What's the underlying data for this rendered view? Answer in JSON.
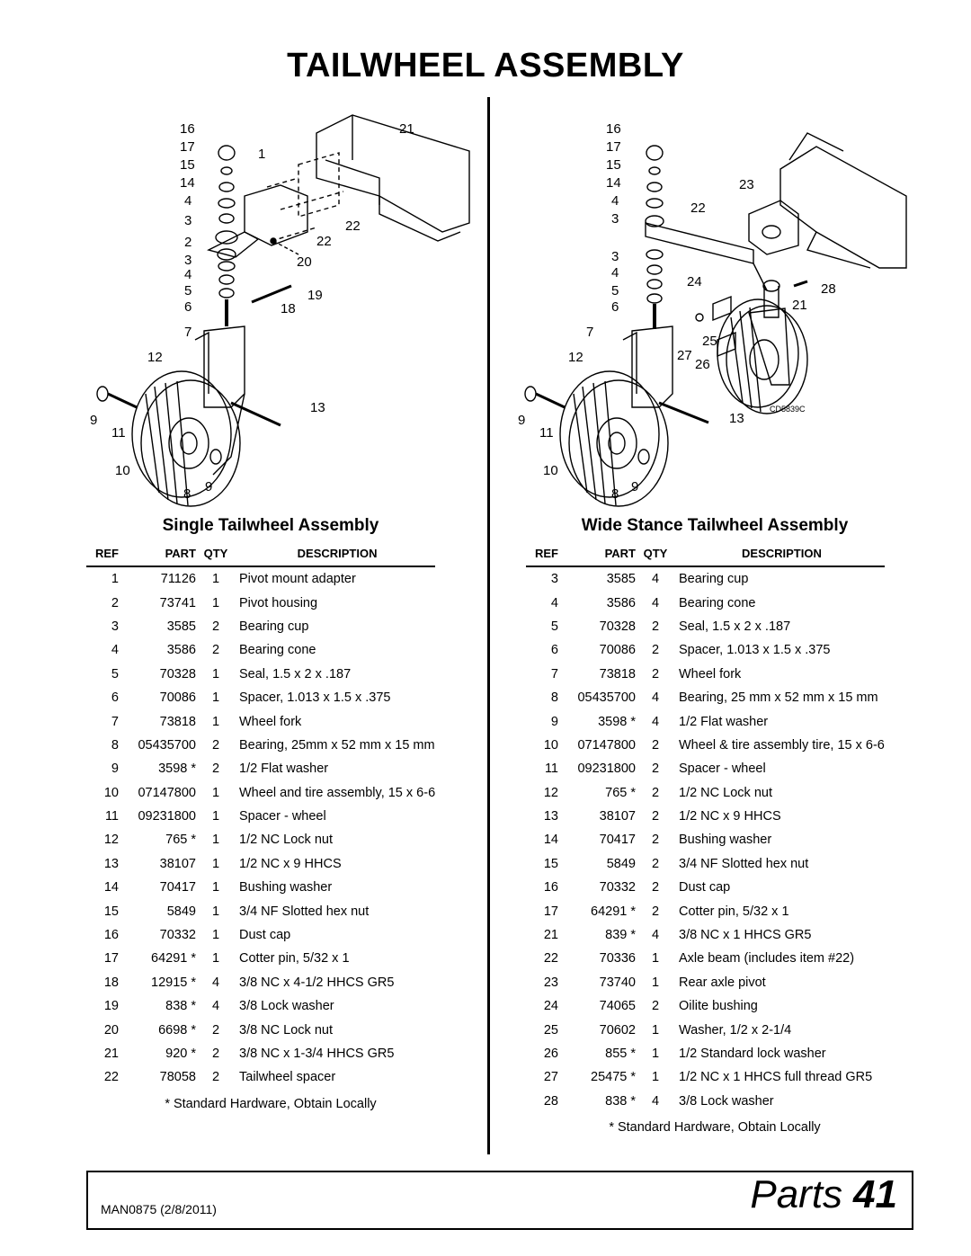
{
  "title": "TAILWHEEL ASSEMBLY",
  "single": {
    "section_title": "Single Tailwheel Assembly",
    "headers": [
      "REF",
      "PART",
      "QTY",
      "DESCRIPTION"
    ],
    "rows": [
      [
        "1",
        "71126",
        "1",
        "Pivot mount adapter"
      ],
      [
        "2",
        "73741",
        "1",
        "Pivot housing"
      ],
      [
        "3",
        "3585",
        "2",
        "Bearing cup"
      ],
      [
        "4",
        "3586",
        "2",
        "Bearing cone"
      ],
      [
        "5",
        "70328",
        "1",
        "Seal, 1.5 x 2 x .187"
      ],
      [
        "6",
        "70086",
        "1",
        "Spacer, 1.013 x 1.5 x .375"
      ],
      [
        "7",
        "73818",
        "1",
        "Wheel fork"
      ],
      [
        "8",
        "05435700",
        "2",
        "Bearing, 25mm x 52 mm x 15 mm"
      ],
      [
        "9",
        "3598 *",
        "2",
        "1/2 Flat washer"
      ],
      [
        "10",
        "07147800",
        "1",
        "Wheel and tire assembly, 15 x 6-6"
      ],
      [
        "11",
        "09231800",
        "1",
        "Spacer - wheel"
      ],
      [
        "12",
        "765 *",
        "1",
        "1/2 NC Lock nut"
      ],
      [
        "13",
        "38107",
        "1",
        "1/2 NC x 9 HHCS"
      ],
      [
        "14",
        "70417",
        "1",
        "Bushing washer"
      ],
      [
        "15",
        "5849",
        "1",
        "3/4 NF Slotted hex nut"
      ],
      [
        "16",
        "70332",
        "1",
        "Dust cap"
      ],
      [
        "17",
        "64291 *",
        "1",
        "Cotter pin, 5/32 x 1"
      ],
      [
        "18",
        "12915 *",
        "4",
        "3/8 NC x 4-1/2 HHCS GR5"
      ],
      [
        "19",
        "838 *",
        "4",
        "3/8 Lock washer"
      ],
      [
        "20",
        "6698 *",
        "2",
        "3/8 NC Lock nut"
      ],
      [
        "21",
        "920 *",
        "2",
        "3/8 NC x 1-3/4 HHCS GR5"
      ],
      [
        "22",
        "78058",
        "2",
        "Tailwheel spacer"
      ]
    ],
    "note": "* Standard Hardware, Obtain Locally",
    "diagram_labels": [
      "16",
      "17",
      "15",
      "14",
      "4",
      "3",
      "2",
      "3",
      "4",
      "5",
      "6",
      "7",
      "12",
      "9",
      "11",
      "10",
      "8",
      "9",
      "21",
      "1",
      "22",
      "22",
      "20",
      "19",
      "18",
      "13"
    ]
  },
  "wide": {
    "section_title": "Wide Stance Tailwheel Assembly",
    "headers": [
      "REF",
      "PART",
      "QTY",
      "DESCRIPTION"
    ],
    "rows": [
      [
        "3",
        "3585",
        "4",
        "Bearing cup"
      ],
      [
        "4",
        "3586",
        "4",
        "Bearing cone"
      ],
      [
        "5",
        "70328",
        "2",
        "Seal, 1.5 x 2 x .187"
      ],
      [
        "6",
        "70086",
        "2",
        "Spacer, 1.013 x 1.5 x .375"
      ],
      [
        "7",
        "73818",
        "2",
        "Wheel fork"
      ],
      [
        "8",
        "05435700",
        "4",
        "Bearing, 25 mm x 52 mm x 15 mm"
      ],
      [
        "9",
        "3598 *",
        "4",
        "1/2 Flat washer"
      ],
      [
        "10",
        "07147800",
        "2",
        "Wheel & tire assembly tire, 15 x 6-6"
      ],
      [
        "11",
        "09231800",
        "2",
        "Spacer - wheel"
      ],
      [
        "12",
        "765 *",
        "2",
        "1/2 NC Lock nut"
      ],
      [
        "13",
        "38107",
        "2",
        "1/2 NC x 9 HHCS"
      ],
      [
        "14",
        "70417",
        "2",
        "Bushing washer"
      ],
      [
        "15",
        "5849",
        "2",
        "3/4 NF Slotted hex nut"
      ],
      [
        "16",
        "70332",
        "2",
        "Dust cap"
      ],
      [
        "17",
        "64291 *",
        "2",
        "Cotter pin, 5/32 x 1"
      ],
      [
        "21",
        "839 *",
        "4",
        "3/8 NC x 1 HHCS GR5"
      ],
      [
        "22",
        "70336",
        "1",
        "Axle beam (includes item #22)"
      ],
      [
        "23",
        "73740",
        "1",
        "Rear axle pivot"
      ],
      [
        "24",
        "74065",
        "2",
        "Oilite bushing"
      ],
      [
        "25",
        "70602",
        "1",
        "Washer, 1/2 x 2-1/4"
      ],
      [
        "26",
        "855 *",
        "1",
        "1/2 Standard lock washer"
      ],
      [
        "27",
        "25475 *",
        "1",
        "1/2 NC x 1 HHCS full thread GR5"
      ],
      [
        "28",
        "838 *",
        "4",
        "3/8 Lock washer"
      ]
    ],
    "note": "* Standard Hardware, Obtain Locally",
    "diagram_code": "CD5839C",
    "diagram_labels": [
      "16",
      "17",
      "15",
      "14",
      "4",
      "3",
      "3",
      "4",
      "5",
      "6",
      "7",
      "12",
      "9",
      "11",
      "10",
      "8",
      "9",
      "23",
      "22",
      "24",
      "28",
      "21",
      "25",
      "27",
      "26",
      "13"
    ]
  },
  "footer": {
    "manual_code": "MAN0875 (2/8/2011)",
    "section_label": "Parts",
    "page_number": "41"
  }
}
